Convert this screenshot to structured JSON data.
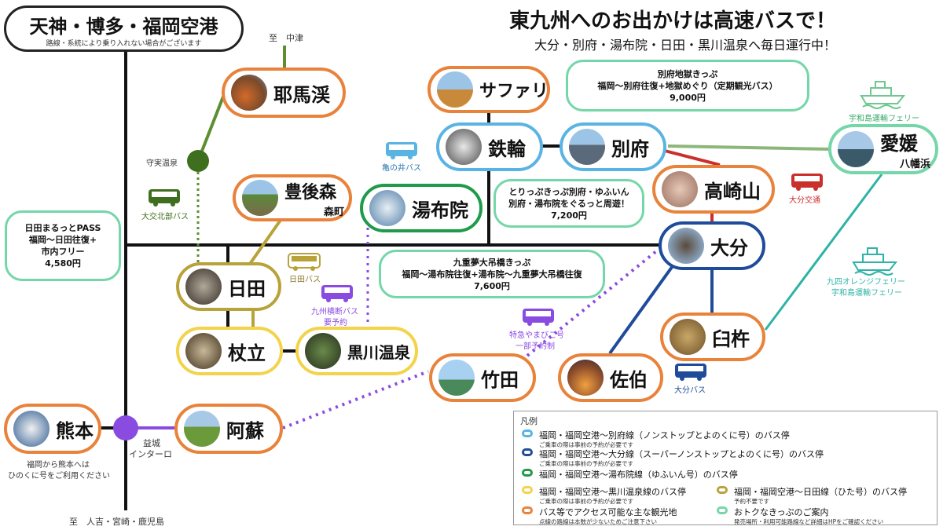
{
  "header": {
    "origin": "天神・博多・福岡空港",
    "origin_note": "路線・系統により乗り入れない場合がございます",
    "title": "東九州へのお出かけは高速バスで！",
    "subtitle": "大分・別府・湯布院・日田・黒川温泉へ毎日運行中！"
  },
  "directions": {
    "north": "至　中津",
    "south": "至　人吉・宮崎・鹿児島"
  },
  "stops": {
    "yabakei": "耶馬渓",
    "bungomori": "豊後森",
    "bungomori_sub": "森町",
    "yufuin": "湯布院",
    "hita": "日田",
    "tsuetate": "杖立",
    "kurokawa": "黒川温泉",
    "safari": "サファリ",
    "tetsurin": "鉄輪",
    "beppu": "別府",
    "takasakiyama": "高崎山",
    "oita": "大分",
    "usuki": "臼杵",
    "saiki": "佐伯",
    "taketa": "竹田",
    "aso": "阿蘇",
    "kumamoto": "熊本",
    "ehime": "愛媛",
    "ehime_sub": "八幡浜"
  },
  "labels": {
    "jujitsu": "守実温泉",
    "daikou": "大交北部バス",
    "kamenoi": "亀の井バス",
    "hita_bus": "日田バス",
    "kyushu_oudan": "九州横断バス",
    "reserve": "要予約",
    "yamabiko": "特急やまびこ号",
    "yamabiko_sub": "一部予約制",
    "oita_koutsu": "大分交通",
    "oita_bus": "大分バス",
    "uwajima_ferry": "宇和島運輸フェリー",
    "orange_ferry": "九四オレンジフェリー",
    "orange_ferry2": "宇和島運輸フェリー",
    "mashiki": "益城",
    "ic": "インターロ",
    "kumamoto_note1": "福岡から熊本へは",
    "kumamoto_note2": "ひのくに号をご利用ください"
  },
  "tickets": {
    "hita_pass": {
      "l1": "日田まるっとPASS",
      "l2": "福岡〜日田往復+",
      "l3": "市内フリー",
      "price": "4,580円"
    },
    "jigoku": {
      "l1": "別府地獄きっぷ",
      "l2": "福岡〜別府往復+地獄めぐり（定期観光バス）",
      "price": "9,000円"
    },
    "toriPPu": {
      "l1": "とりっぷきっぷ別府・ゆふいん",
      "l2": "別府・湯布院をぐるっと周遊！",
      "price": "7,200円"
    },
    "kokonoe": {
      "l1": "九重夢大吊橋きっぷ",
      "l2": "福岡〜湯布院往復+湯布院〜九重夢大吊橋往復",
      "price": "7,600円"
    }
  },
  "legend": {
    "title": "凡例",
    "items": [
      {
        "text": "福岡・福岡空港〜別府線（ノンストップとよのくに号）のバス停",
        "note": "ご乗車の際は事前の予約が必要です"
      },
      {
        "text": "福岡・福岡空港〜大分線（スーパーノンストップとよのくに号）のバス停",
        "note": "ご乗車の際は事前の予約が必要です"
      },
      {
        "text": "福岡・福岡空港〜湯布院線（ゆふいん号）のバス停",
        "note": ""
      },
      {
        "text": "福岡・福岡空港〜黒川温泉線のバス停",
        "note": "ご乗車の際は事前の予約が必要です"
      },
      {
        "text": "福岡・福岡空港〜日田線（ひた号）のバス停",
        "note": "予約不要です"
      },
      {
        "text": "バス等でアクセス可能な主な観光地",
        "note": "点線の路線は本数が少ないためご注意下さい"
      },
      {
        "text": "おトクなきっぷのご案内",
        "note": "発売場所・利用可能路線など詳細はHPをご確認ください"
      }
    ]
  },
  "colors": {
    "beppu_line": "#5ab4e3",
    "oita_line": "#1f4b9b",
    "yufuin_line": "#1e9a4a",
    "kurokawa_line": "#f2d34a",
    "hita_line": "#b8a23a",
    "sight": "#e9823a",
    "ticket": "#74d6a9",
    "dotted": "#8a4be0"
  }
}
